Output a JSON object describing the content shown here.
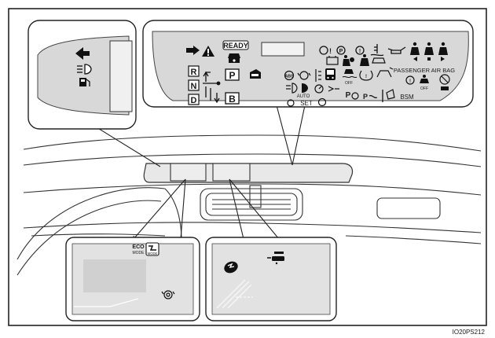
{
  "figure_code": "IO20PS212",
  "indicators": {
    "ready": "READY",
    "gear_r": "R",
    "gear_n": "N",
    "gear_d": "D",
    "gear_p": "P",
    "gear_b": "B",
    "passenger_airbag": "PASSENGER AIR BAG",
    "off_small_1": "OFF",
    "off_small_2": "OFF",
    "auto": "AUTO",
    "set": "SET",
    "bsm": "BSM",
    "pa": "P",
    "eco_line1": "ECO",
    "eco_line2": "MODE",
    "ev_line2": "MODE"
  },
  "icons": [
    "turn-arrow-left-icon",
    "headlight-icon",
    "fuel-pump-icon",
    "turn-arrow-right-icon",
    "warning-triangle-icon",
    "key-icon",
    "brake-warning-icon",
    "seatbelt-icon",
    "airbag-icon",
    "oil-pressure-icon",
    "battery-icon",
    "coolant-temp-icon",
    "tire-pressure-icon",
    "door-icon",
    "slip-icon",
    "fog-lamp-icon",
    "cruise-icon",
    "pcs-icon",
    "steering-icon"
  ]
}
